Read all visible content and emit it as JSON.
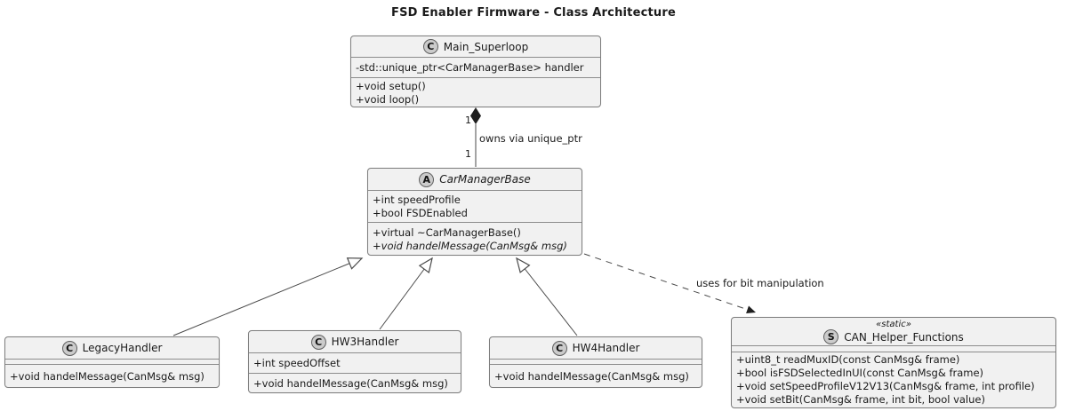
{
  "title": "FSD Enabler Firmware - Class Architecture",
  "colors": {
    "box_fill": "#f1f1f1",
    "box_border": "#7e7e7e",
    "icon_fill": "#cbcbcb",
    "icon_border": "#5f5f5f",
    "edge_line": "#4a4a4a",
    "text": "#1a1a1a"
  },
  "classes": [
    {
      "id": "main-superloop",
      "icon": "C",
      "name": "Main_Superloop",
      "fields": [
        "-std::unique_ptr<CarManagerBase> handler"
      ],
      "methods": [
        "+void setup()",
        "+void loop()"
      ]
    },
    {
      "id": "car-manager-base",
      "icon": "A",
      "name": "CarManagerBase",
      "fields": [
        "+int speedProfile",
        "+bool FSDEnabled"
      ],
      "methods": [
        "+virtual ~CarManagerBase()",
        "+void handelMessage(CanMsg& msg)"
      ]
    },
    {
      "id": "legacy-handler",
      "icon": "C",
      "name": "LegacyHandler",
      "fields": [],
      "methods": [
        "+void handelMessage(CanMsg& msg)"
      ]
    },
    {
      "id": "hw3-handler",
      "icon": "C",
      "name": "HW3Handler",
      "fields": [
        "+int speedOffset"
      ],
      "methods": [
        "+void handelMessage(CanMsg& msg)"
      ]
    },
    {
      "id": "hw4-handler",
      "icon": "C",
      "name": "HW4Handler",
      "fields": [],
      "methods": [
        "+void handelMessage(CanMsg& msg)"
      ]
    },
    {
      "id": "can-helper-functions",
      "icon": "S",
      "stereotype": "«static»",
      "name": "CAN_Helper_Functions",
      "fields": [],
      "methods": [
        "+uint8_t readMuxID(const CanMsg& frame)",
        "+bool isFSDSelectedInUI(const CanMsg& frame)",
        "+void setSpeedProfileV12V13(CanMsg& frame, int profile)",
        "+void setBit(CanMsg& frame, int bit, bool value)"
      ]
    }
  ],
  "relationships": {
    "composition": {
      "source_multiplicity": "1",
      "target_multiplicity": "1",
      "label": "owns via unique_ptr"
    },
    "dependency": {
      "label": "uses for bit manipulation"
    }
  }
}
